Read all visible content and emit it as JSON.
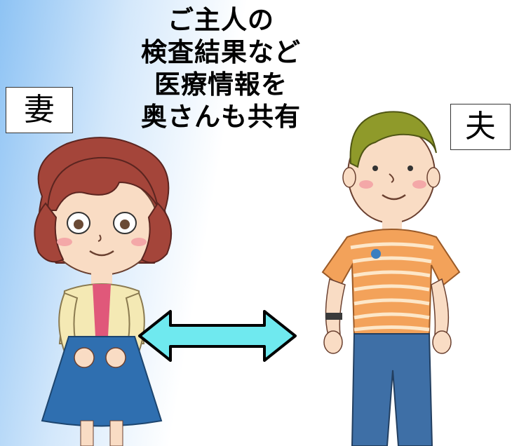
{
  "caption": {
    "lines": [
      "ご主人の",
      "検査結果など",
      "医療情報を",
      "奥さんも共有"
    ]
  },
  "labels": {
    "wife": "妻",
    "husband": "夫"
  },
  "colors": {
    "arrow_fill": "#6fe9ef",
    "arrow_stroke": "#000000",
    "background_left": "#8ec3f4",
    "background_right": "#ffffff"
  },
  "illustrations": {
    "wife": "woman-illustration",
    "husband": "man-illustration",
    "arrow": "double-headed-arrow"
  }
}
